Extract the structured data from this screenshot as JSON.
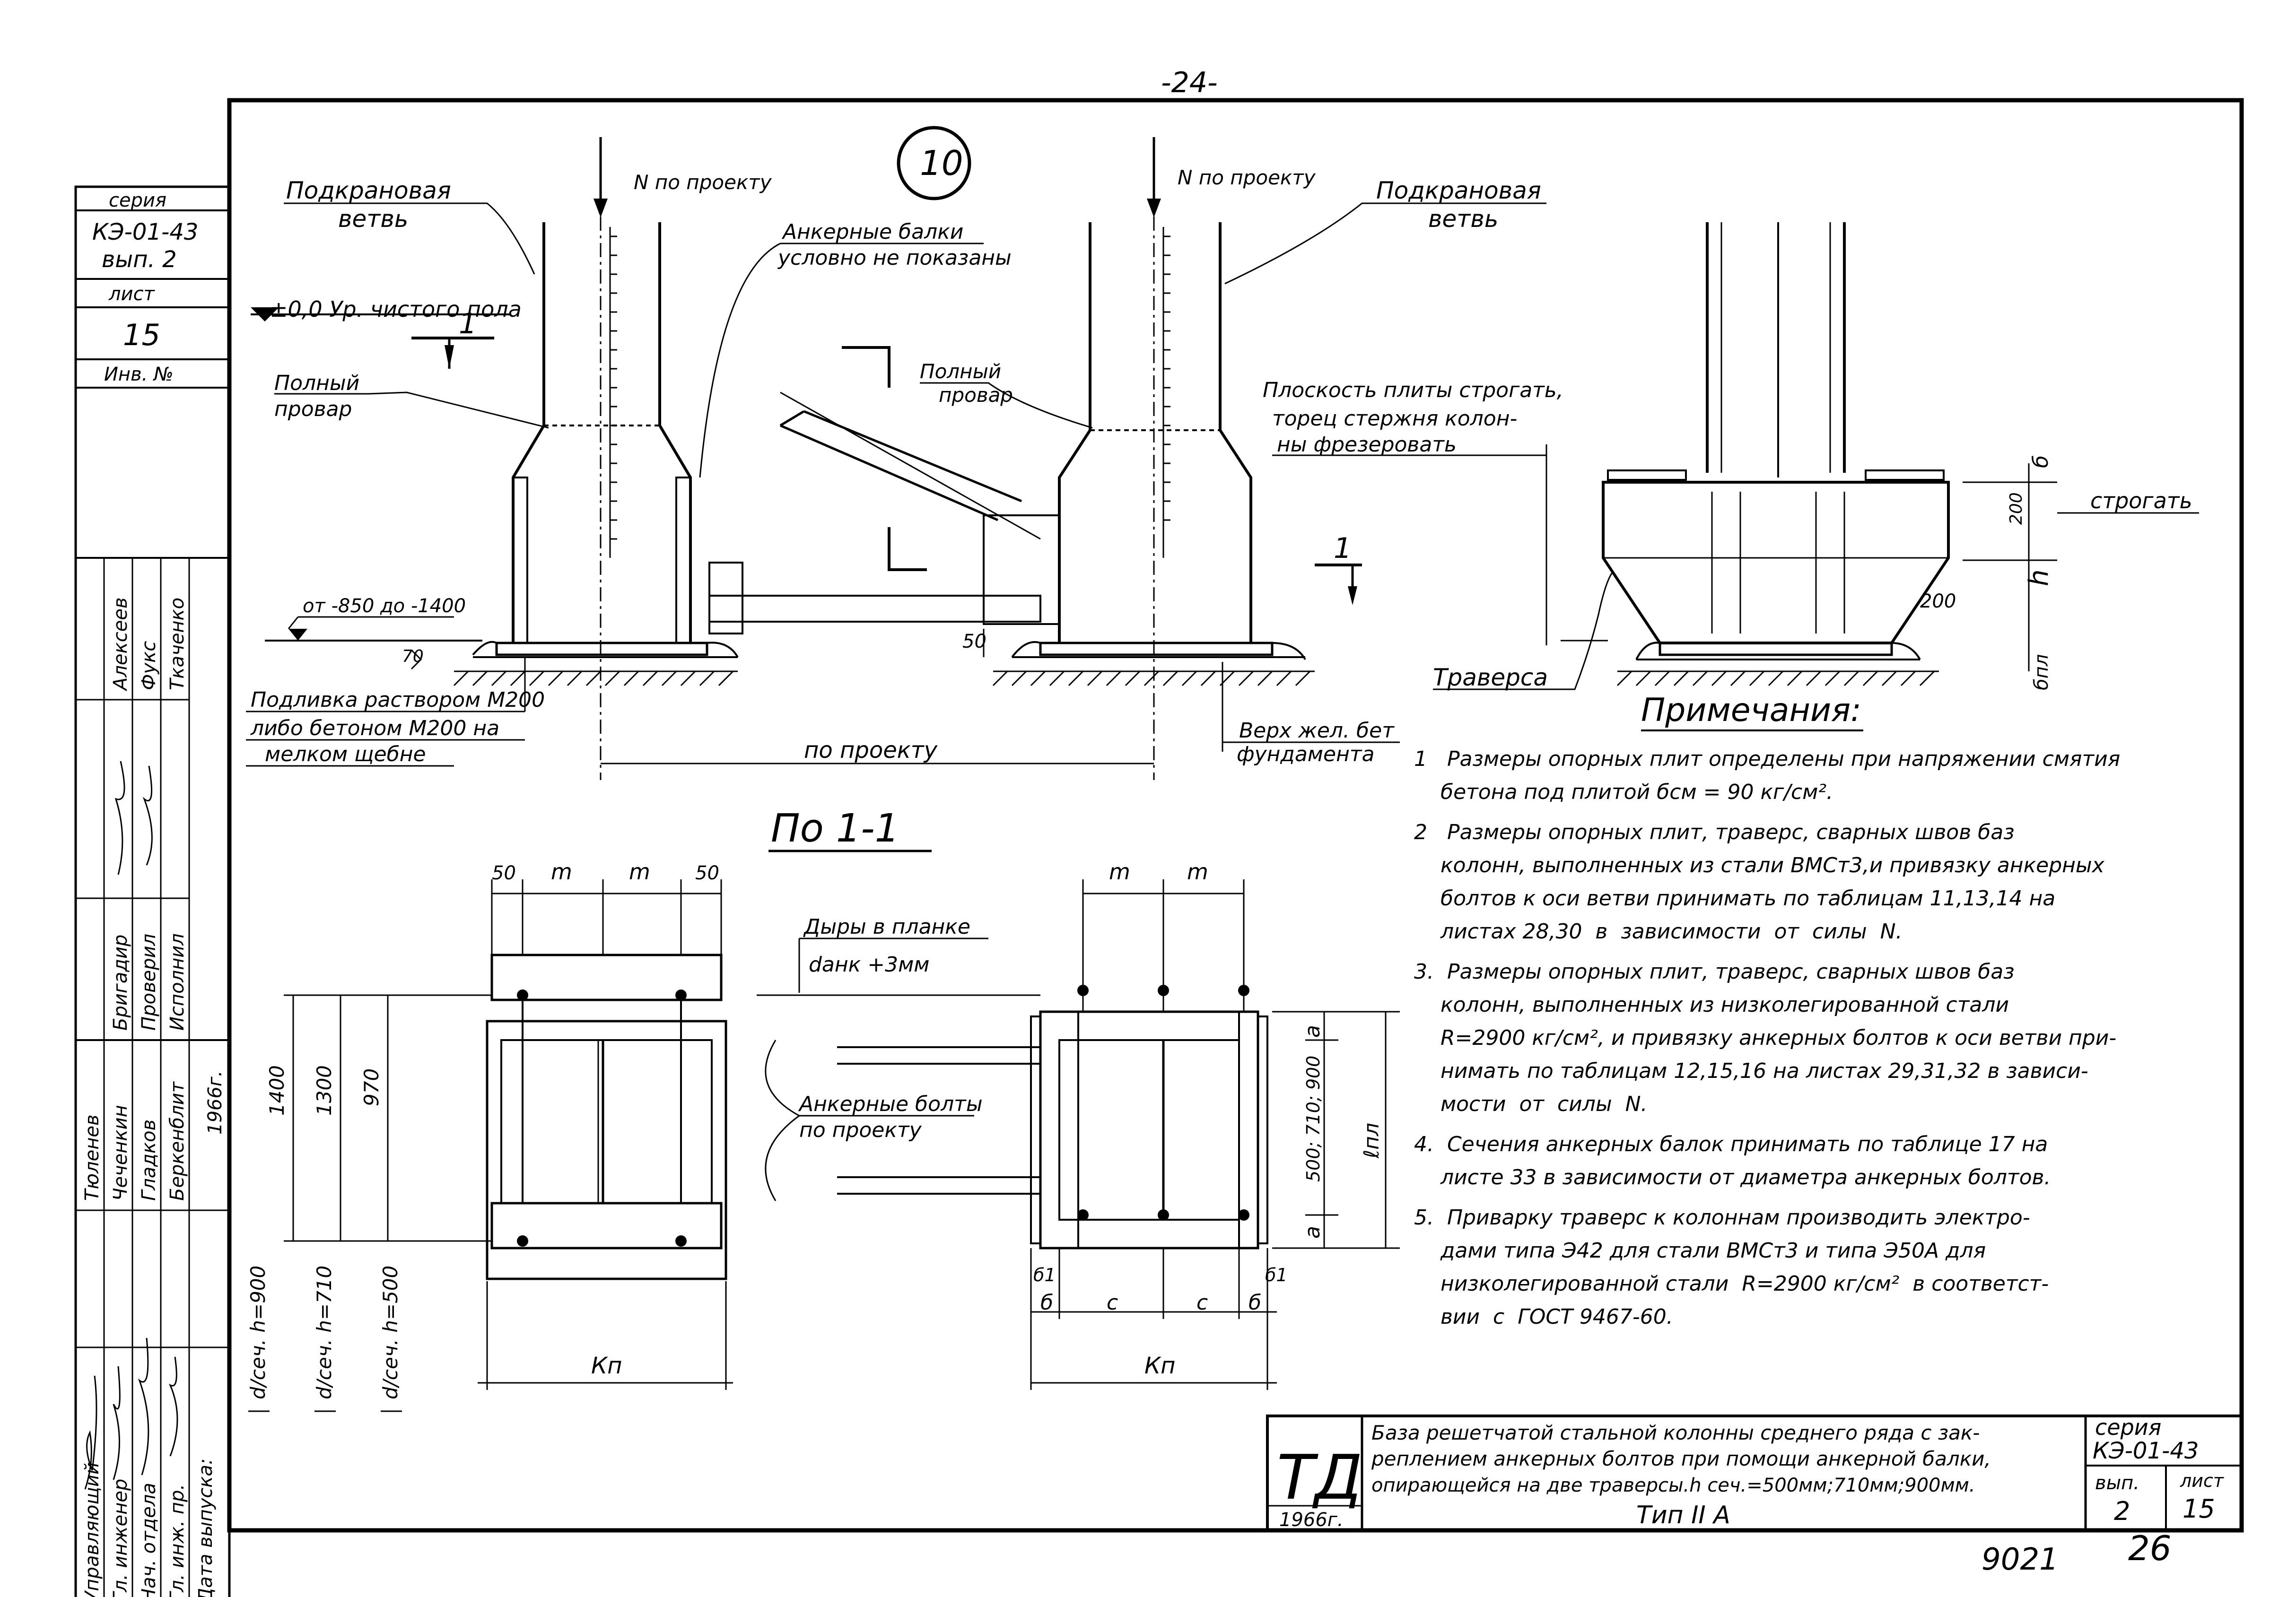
{
  "page_number": "-24-",
  "detail_marker": "10",
  "stamp": {
    "series_label": "серия",
    "series": "КЭ-01-43",
    "issue": "вып. 2",
    "sheet_label": "лист",
    "sheet": "15",
    "inv_label": "Инв. №"
  },
  "side_roles": [
    "Управляющий",
    "Гл. инженер",
    "Нач. отдела",
    "Гл. инж. пр.",
    "Дата выпуска:"
  ],
  "side_names": [
    "Тюленев",
    "Чеченкин",
    "Гладков",
    "Беркенблит"
  ],
  "side_year": "1966г.",
  "side_roles2": [
    "Бригадир",
    "Проверил",
    "Исполнил"
  ],
  "side_names2": [
    "Алексеев",
    "Фукс",
    "Ткаченко"
  ],
  "labels": {
    "podkranovaya_left": "Подкрановая",
    "vetv_left": "ветвь",
    "n_proekt_left": "N по проекту",
    "ankernye_balki_1": "Анкерные балки",
    "ankernye_balki_2": "условно не показаны",
    "n_proekt_right": "N по проекту",
    "podkranovaya_right": "Подкрановая",
    "vetv_right": "ветвь",
    "level_floor": "±0,0  Ур. чистого пола",
    "polny_provar_left_1": "Полный",
    "polny_provar_left_2": "провар",
    "polny_provar_mid_1": "Полный",
    "polny_provar_mid_2": "провар",
    "ploskost_1": "Плоскость плиты строгать,",
    "ploskost_2": "торец стержня колон-",
    "ploskost_3": "ны фрезеровать",
    "strogat": "строгать",
    "traversa": "Траверса",
    "elevation": "от -850 до -1400",
    "podlivka_1": "Подливка раствором М200",
    "podlivka_2": "либо бетоном  М200 на",
    "podlivka_3": "мелком  щебне",
    "po_proektu": "по  проекту",
    "verh_1": "Верх жел. бет",
    "verh_2": "фундамента",
    "section_title": "По 1-1",
    "dyry_1": "Дыры в планке",
    "dyry_2": "dанк +3мм",
    "ankernye_bolty_1": "Анкерные болты",
    "ankernye_bolty_2": "по  проекту",
    "cut_mark": "1",
    "dim_h": "h",
    "dim_200a": "200",
    "dim_200b": "200",
    "dim_delta": "б",
    "dim_bpl": "бпл",
    "dim_70": "70",
    "dim_50": "50"
  },
  "plan_dims": {
    "left_top": [
      "50",
      "m",
      "m",
      "50"
    ],
    "left_vertical": [
      "1400",
      "1300",
      "970"
    ],
    "left_sections": [
      "d/сеч. h=900",
      "d/сеч. h=710",
      "d/сеч. h=500"
    ],
    "left_bottom": "Кп",
    "right_top": [
      "m",
      "m"
    ],
    "right_side": [
      "a",
      "500; 710; 900",
      "ℓпл",
      "a"
    ],
    "right_bottom": [
      "б",
      "с",
      "с",
      "б"
    ],
    "right_delta": [
      "б1",
      "б1"
    ],
    "right_kp": "Кп"
  },
  "notes": {
    "title": "Примечания:",
    "lines": [
      "1   Размеры опорных плит определены при напряжении смятия",
      "    бетона под плитой бсм = 90 кг/см².",
      "2   Размеры опорных плит, траверс, сварных швов баз",
      "    колонн, выполненных из стали ВМСт3,и привязку анкерных",
      "    болтов к оси ветви принимать по таблицам 11,13,14 на",
      "    листах 28,30  в  зависимости  от  силы  N.",
      "3.  Размеры опорных плит, траверс, сварных швов баз",
      "    колонн, выполненных из низколегированной стали",
      "    R=2900 кг/см², и привязку анкерных болтов к оси ветви при-",
      "    нимать по таблицам 12,15,16 на листах 29,31,32 в зависи-",
      "    мости  от  силы  N.",
      "4.  Сечения анкерных балок принимать по таблице 17 на",
      "    листе 33 в зависимости от диаметра анкерных болтов.",
      "5.  Приварку траверс к колоннам производить электро-",
      "    дами типа Э42 для стали ВМСт3 и типа Э50А для",
      "    низколегированной стали  R=2900 кг/см²  в соответст-",
      "    вии  с  ГОСТ 9467-60."
    ]
  },
  "title_block": {
    "logo": "ТД",
    "year": "1966г.",
    "desc": [
      "База решетчатой стальной колонны среднего ряда с зак-",
      "реплением анкерных болтов при помощи анкерной балки,",
      "опирающейся на две траверсы.h сеч.=500мм;710мм;900мм."
    ],
    "type": "Тип II А",
    "series_label": "серия",
    "series": "КЭ-01-43",
    "issue_label": "вып.",
    "issue": "2",
    "sheet_label": "лист",
    "sheet": "15"
  },
  "footer_left": "9021",
  "footer_right": "26"
}
